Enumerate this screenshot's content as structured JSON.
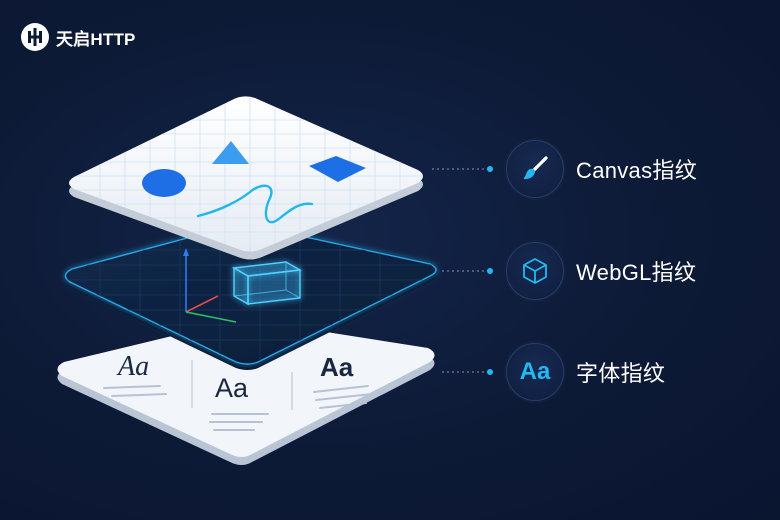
{
  "brand": {
    "name": "天启HTTP",
    "icon": "tianqi-logo-icon"
  },
  "features": [
    {
      "label": "Canvas指纹",
      "icon": "paintbrush-icon"
    },
    {
      "label": "WebGL指纹",
      "icon": "cube-icon"
    },
    {
      "label": "字体指纹",
      "icon": "font-aa-icon",
      "icon_text": "Aa"
    }
  ],
  "font_samples": [
    "Aa",
    "Aa",
    "Aa"
  ],
  "colors": {
    "background": "#0d1a36",
    "accent": "#22b9f2",
    "shape_blue": "#1e6fe6",
    "card_white": "#f4f7fb"
  }
}
